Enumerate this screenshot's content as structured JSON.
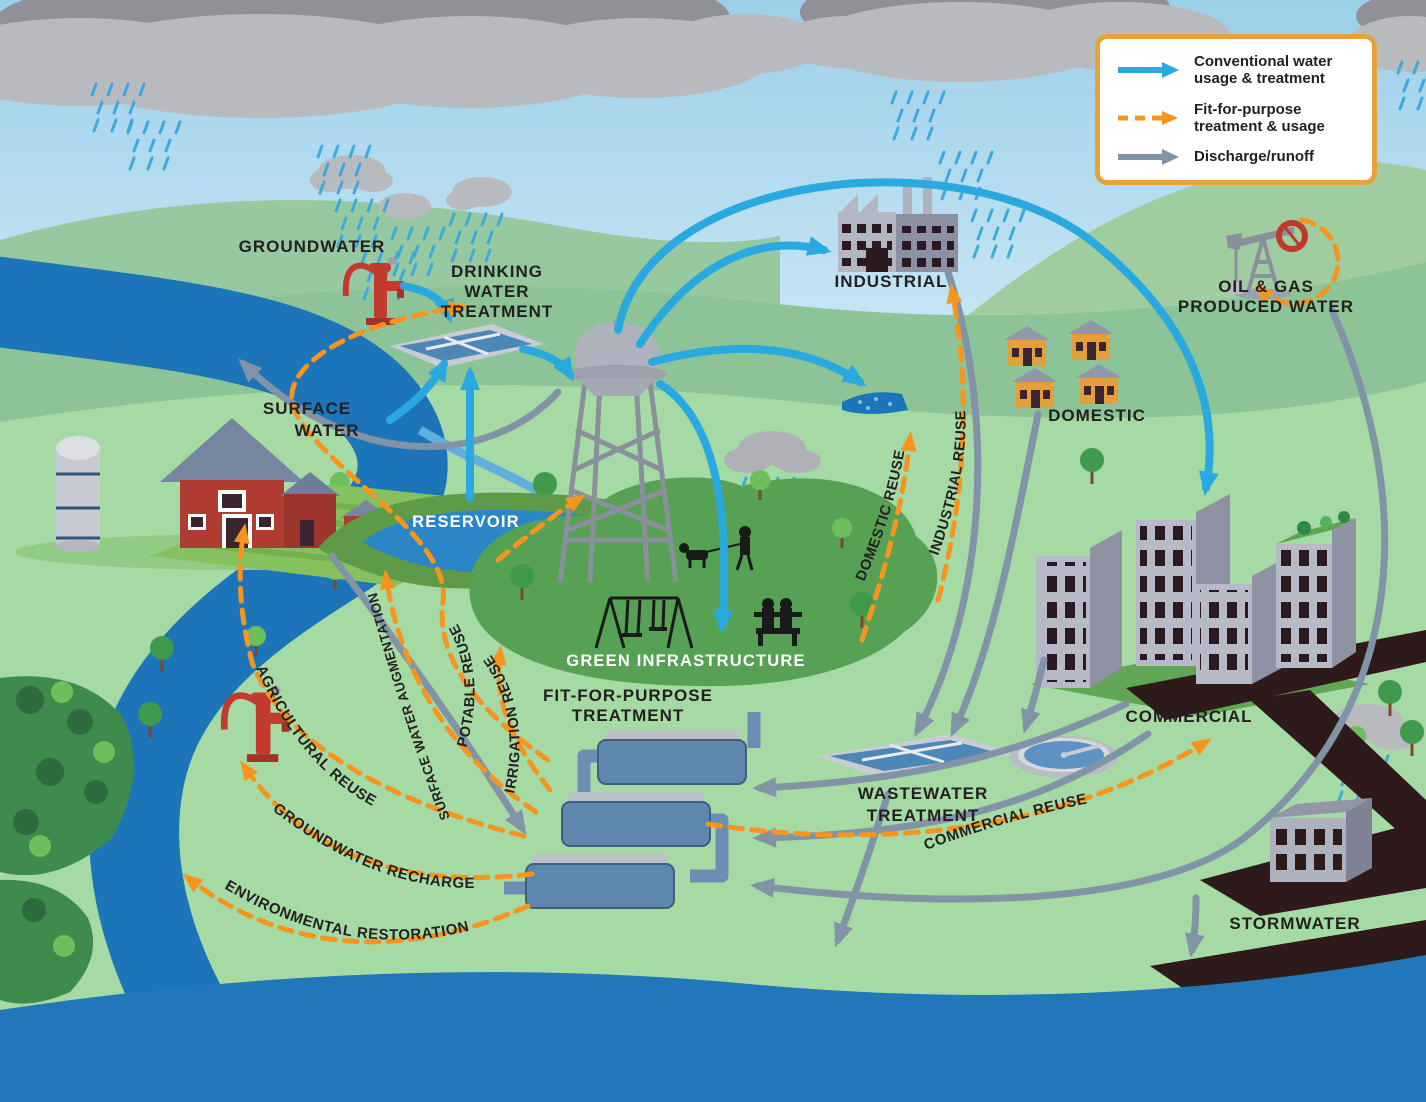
{
  "legend": {
    "items": [
      {
        "name": "conventional",
        "label": "Conventional water usage & treatment",
        "color": "#29A9E0",
        "dashed": false
      },
      {
        "name": "fit_for_purpose",
        "label": "Fit-for-purpose treatment & usage",
        "color": "#F7941E",
        "dashed": true
      },
      {
        "name": "discharge",
        "label": "Discharge/runoff",
        "color": "#8193A6",
        "dashed": false
      }
    ],
    "border_color": "#E8A23C"
  },
  "site_labels": {
    "groundwater": "GROUNDWATER",
    "drinking_water_treatment": [
      "DRINKING",
      "WATER",
      "TREATMENT"
    ],
    "surface_water": [
      "SURFACE",
      "WATER"
    ],
    "reservoir": "RESERVOIR",
    "green_infrastructure": "GREEN INFRASTRUCTURE",
    "fit_for_purpose_treatment": [
      "FIT-FOR-PURPOSE",
      "TREATMENT"
    ],
    "industrial": "INDUSTRIAL",
    "domestic": "DOMESTIC",
    "oil_gas_produced_water": [
      "OIL & GAS",
      "PRODUCED WATER"
    ],
    "commercial": "COMMERCIAL",
    "wastewater_treatment": [
      "WASTEWATER",
      "TREATMENT"
    ],
    "stormwater": "STORMWATER"
  },
  "flow_labels": {
    "domestic_reuse": "DOMESTIC REUSE",
    "industrial_reuse": "INDUSTRIAL REUSE",
    "commercial_reuse": "COMMERCIAL REUSE",
    "agricultural_reuse": "AGRICULTURAL REUSE",
    "surface_water_augmentation": "SURFACE WATER AUGMENTATION",
    "potable_reuse": "POTABLE REUSE",
    "irrigation_reuse": "IRRIGATION REUSE",
    "groundwater_recharge": "GROUNDWATER RECHARGE",
    "environmental_restoration": "ENVIRONMENTAL RESTORATION"
  },
  "colors": {
    "conventional_arrow": "#29A9E0",
    "reuse_arrow": "#F7941E",
    "discharge_arrow": "#8193A6",
    "label_text": "#231F20",
    "river_water": "#1C74B9",
    "reservoir_water": "#2B86C8",
    "ground_green": "#A6DAA5",
    "park_green": "#56A153",
    "street_dark": "#2E1A1A",
    "legend_border": "#E8A23C"
  }
}
